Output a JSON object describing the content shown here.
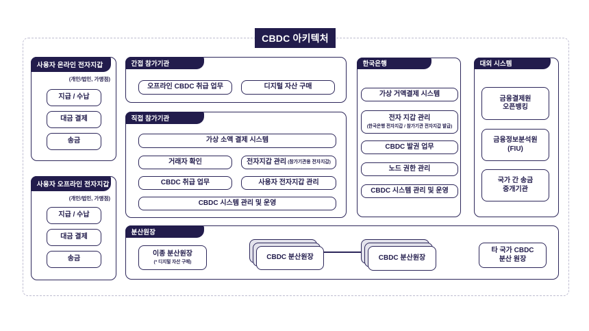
{
  "title": "CBDC 아키텍처",
  "colors": {
    "header_bg": "#221c4c",
    "box_border": "#2b2559",
    "text": "#221c4c",
    "stack_back_fill": "#e3e3ec",
    "dashed_border": "#bdbbd0"
  },
  "sections": {
    "online_wallet": {
      "title": "사용자 온라인 전자지갑",
      "subtitle": "(개인/법인, 가맹점)",
      "items": [
        "지급 / 수납",
        "대금 결제",
        "송금"
      ]
    },
    "offline_wallet": {
      "title": "사용자 오프라인 전자지갑",
      "subtitle": "(개인/법인, 가맹점)",
      "items": [
        "지급 / 수납",
        "대금 결제",
        "송금"
      ]
    },
    "indirect": {
      "title": "간접 참가기관",
      "items": [
        "오프라인 CBDC 취급 업무",
        "디지털 자산 구매"
      ]
    },
    "direct": {
      "title": "직접 참가기관",
      "full_top": "가상 소액 결제 시스템",
      "cell_1": "거래자 확인",
      "cell_2_label": "전자지갑 관리",
      "cell_2_note": "(참가기관용 전자지갑)",
      "cell_3": "CBDC 취급 업무",
      "cell_4": "사용자 전자지갑 관리",
      "full_bottom": "CBDC 시스템 관리 및 운영"
    },
    "bok": {
      "title": "한국은행",
      "items": [
        {
          "label": "가상 거액결제 시스템"
        },
        {
          "label": "전자 지갑 관리",
          "note": "(한국은행 전자지갑 / 참가기관 전자지갑 발급)"
        },
        {
          "label": "CBDC 발권 업무"
        },
        {
          "label": "노드 권한 관리"
        },
        {
          "label": "CBDC 시스템 관리 및 운영"
        }
      ]
    },
    "external": {
      "title": "대외 시스템",
      "items": [
        "금융결제원\n오픈뱅킹",
        "금융정보분석원\n(FIU)",
        "국가 간 송금\n중개기관"
      ]
    },
    "ledger": {
      "title": "분산원장",
      "hetero_label": "이종 분산원장",
      "hetero_note": "(* 디지털 자산 구매)",
      "stack_1": "CBDC 분산원장",
      "stack_2": "CBDC 분산원장",
      "foreign": "타 국가 CBDC\n분산 원장"
    }
  }
}
